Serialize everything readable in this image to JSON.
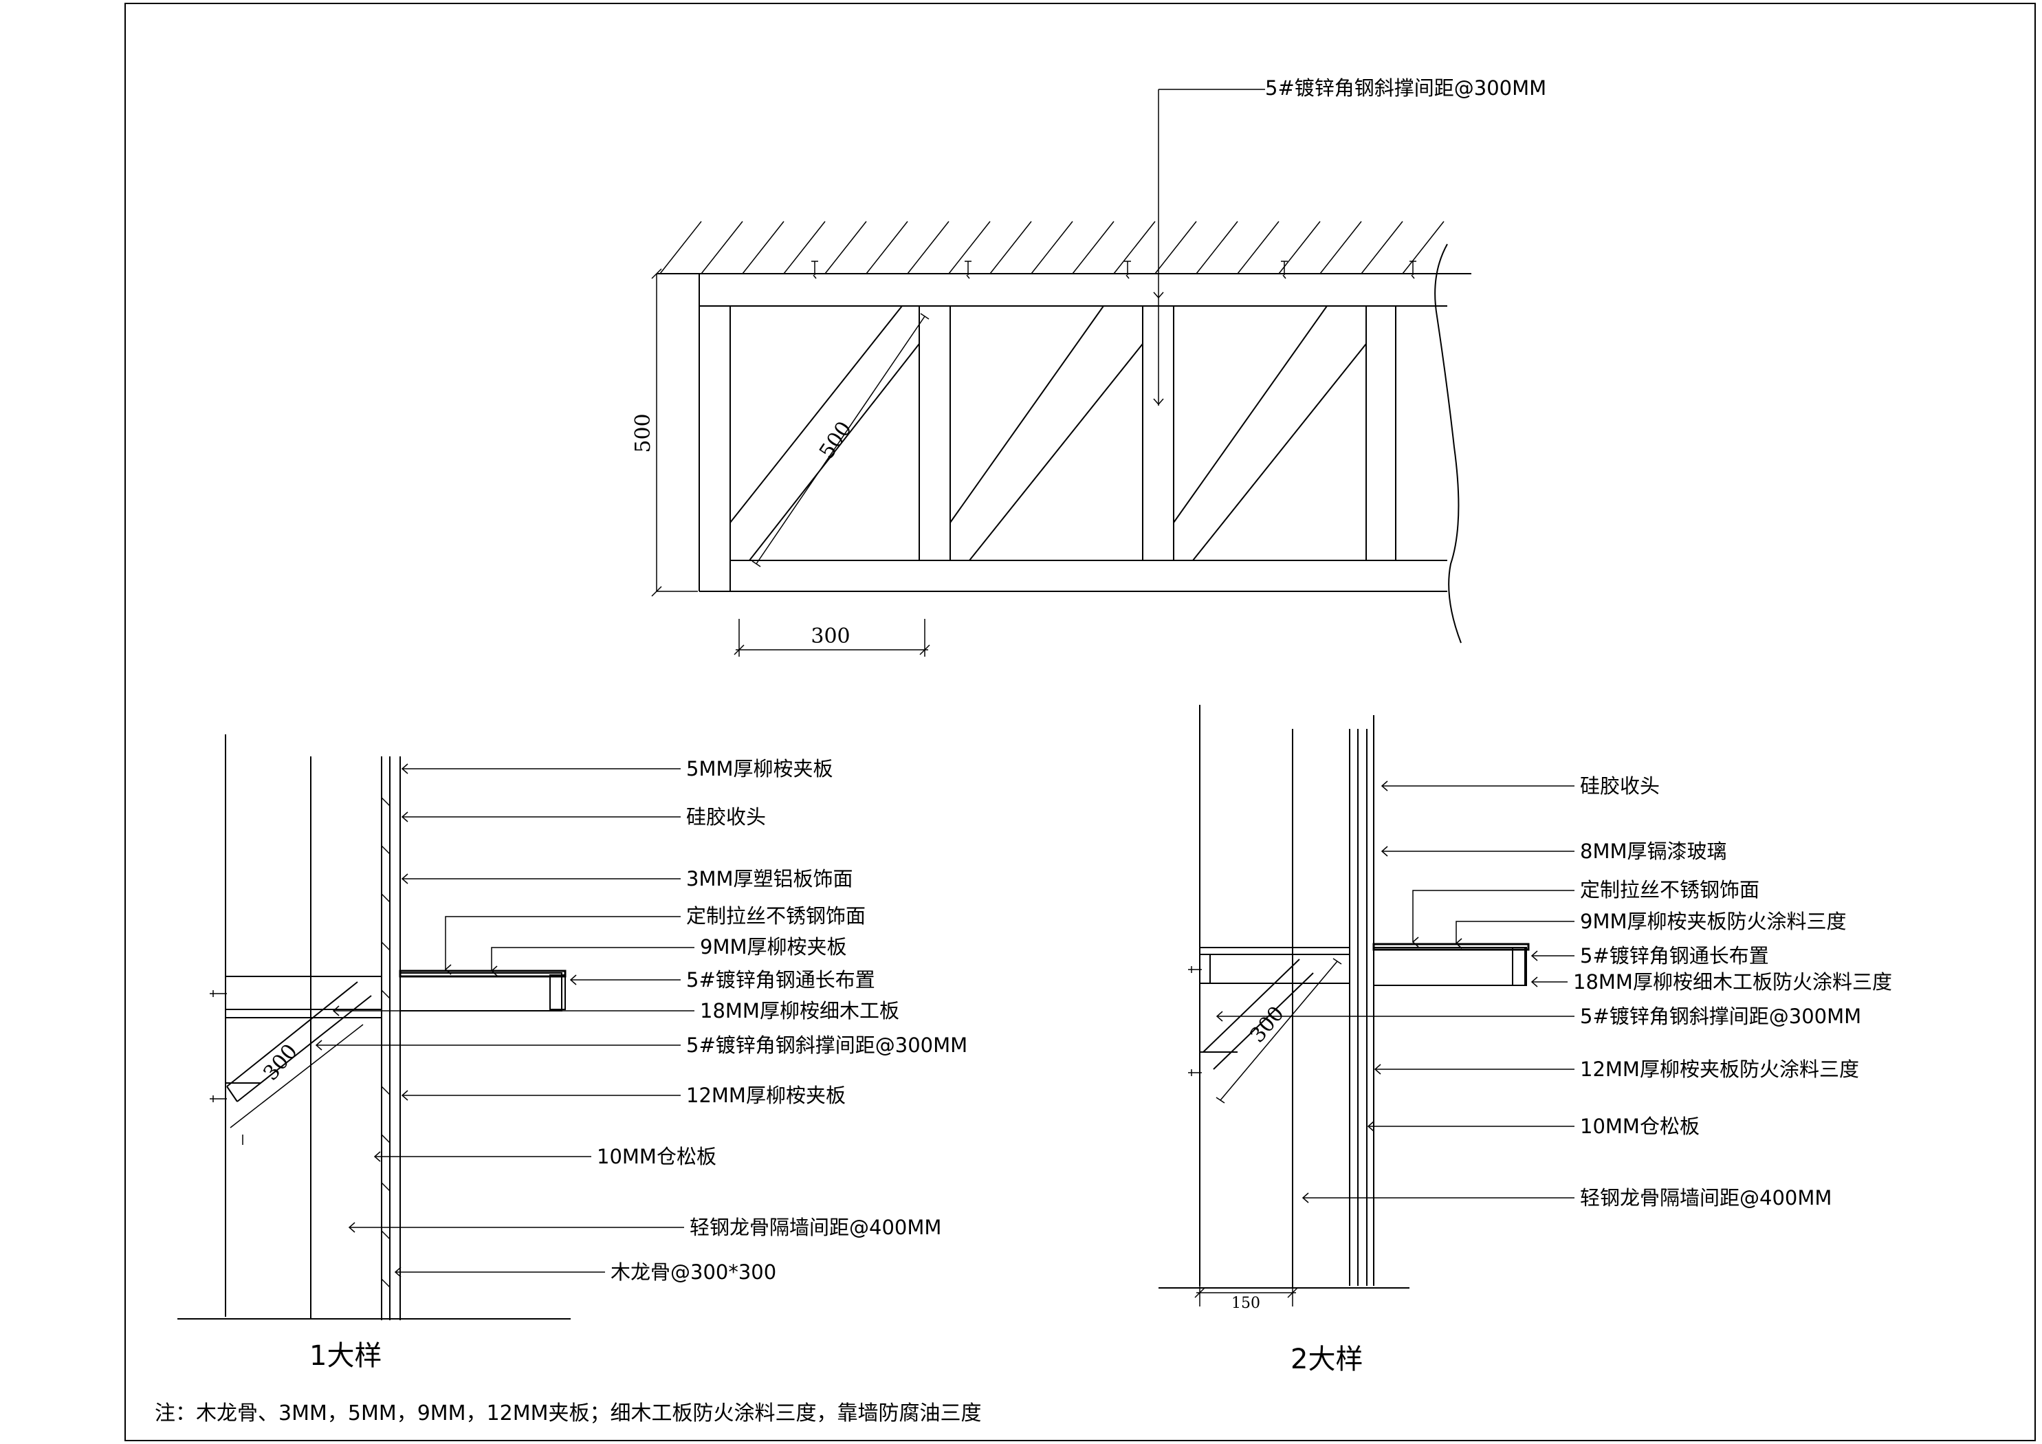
{
  "top_elevation": {
    "callout": "5#镀锌角钢斜撑间距@300MM",
    "dim_height": "500",
    "dim_diagonal": "500",
    "dim_width": "300"
  },
  "detail_1": {
    "title": "1大样",
    "dim_diagonal": "300",
    "labels": [
      "5MM厚柳桉夹板",
      "硅胶收头",
      "3MM厚塑铝板饰面",
      "定制拉丝不锈钢饰面",
      "9MM厚柳桉夹板",
      "5#镀锌角钢通长布置",
      "18MM厚柳桉细木工板",
      "5#镀锌角钢斜撑间距@300MM",
      "12MM厚柳桉夹板",
      "10MM仓松板",
      "轻钢龙骨隔墙间距@400MM",
      "木龙骨@300*300"
    ]
  },
  "detail_2": {
    "title": "2大样",
    "dim_diagonal": "300",
    "dim_width": "150",
    "labels": [
      "硅胶收头",
      "8MM厚镉漆玻璃",
      "定制拉丝不锈钢饰面",
      "9MM厚柳桉夹板防火涂料三度",
      "5#镀锌角钢通长布置",
      "18MM厚柳桉细木工板防火涂料三度",
      "5#镀锌角钢斜撑间距@300MM",
      "12MM厚柳桉夹板防火涂料三度",
      "10MM仓松板",
      "轻钢龙骨隔墙间距@400MM"
    ]
  },
  "note": "注：木龙骨、3MM，5MM，9MM，12MM夹板；细木工板防火涂料三度，靠墙防腐油三度"
}
